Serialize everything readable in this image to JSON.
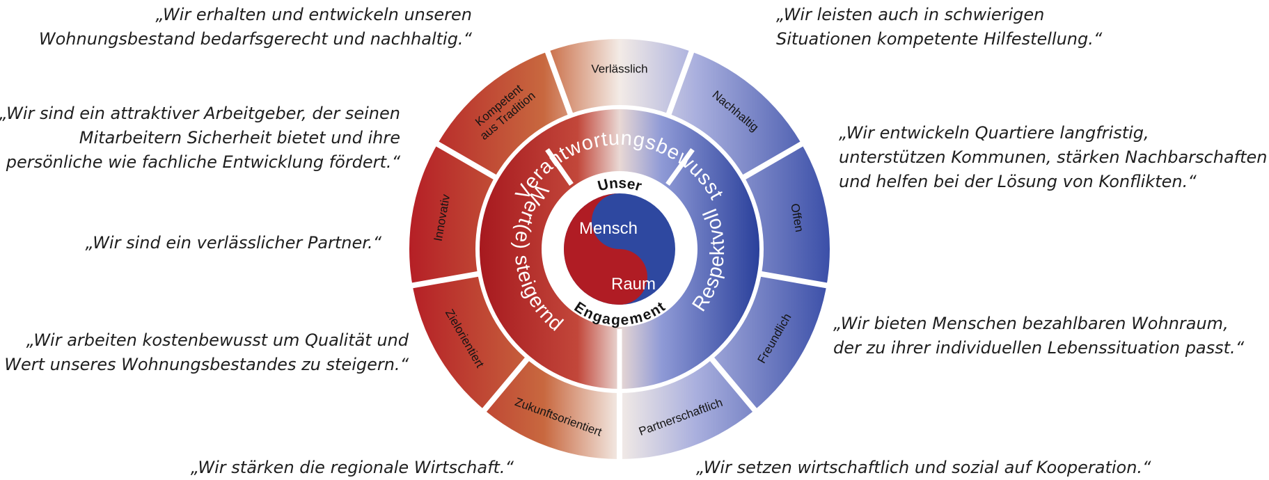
{
  "quotes": {
    "q1": [
      "„Wir erhalten und entwickeln unseren",
      "Wohnungsbestand bedarfsgerecht und nachhaltig.“"
    ],
    "q2": [
      "„Wir leisten auch in schwierigen",
      "Situationen kompetente Hilfestellung.“"
    ],
    "q3": [
      "„Wir sind ein attraktiver Arbeitgeber, der seinen",
      "Mitarbeitern Sicherheit bietet und ihre",
      "persönliche wie fachliche Entwicklung fördert.“"
    ],
    "q4": [
      "„Wir entwickeln Quartiere langfristig,",
      "unterstützen Kommunen, stärken Nachbarschaften",
      "und helfen bei der Lösung von Konflikten.“"
    ],
    "q5": [
      "„Wir sind ein verlässlicher Partner.“"
    ],
    "q6": [
      "„Wir arbeiten kostenbewusst um Qualität und",
      "Wert unseres Wohnungsbestandes zu steigern.“"
    ],
    "q7": [
      "„Wir bieten Menschen bezahlbaren Wohnraum,",
      "der zu ihrer individuellen Lebenssituation passt.“"
    ],
    "q8": [
      "„Wir stärken die regionale Wirtschaft.“"
    ],
    "q9": [
      "„Wir setzen wirtschaftlich und sozial auf Kooperation.“"
    ]
  },
  "wheel": {
    "outer_segments": [
      {
        "label": "Verlässlich"
      },
      {
        "label": "Nachhaltig"
      },
      {
        "label": "Offen"
      },
      {
        "label": "Freundlich"
      },
      {
        "label": "Partnerschaftlich"
      },
      {
        "label": "Zukunftsorientiert"
      },
      {
        "label": "Zielorientiert"
      },
      {
        "label": "Innovativ"
      },
      {
        "label": "Kompetent aus Tradition"
      }
    ],
    "middle_ring": {
      "top": "Verantwortungsbewusst",
      "left": "Wert(e) steigernd",
      "right": "Respektvoll"
    },
    "inner_ring": {
      "top": "Unser",
      "bottom": "Engagement"
    },
    "core": {
      "red": "Mensch",
      "blue": "Raum"
    },
    "colors": {
      "red": "#b01c24",
      "blue": "#2e48a0",
      "white": "#ffffff"
    }
  }
}
